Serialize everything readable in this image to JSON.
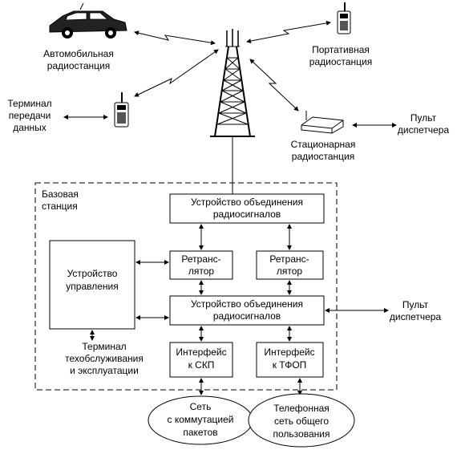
{
  "labels": {
    "car_station_1": "Автомобильная",
    "car_station_2": "радиостанция",
    "portable_1": "Портативная",
    "portable_2": "радиостанция",
    "terminal_1": "Терминал",
    "terminal_2": "передачи",
    "terminal_3": "данных",
    "stationary_1": "Стационарная",
    "stationary_2": "радиостанция",
    "console_top_1": "Пульт",
    "console_top_2": "диспетчера",
    "base_station_1": "Базовая",
    "base_station_2": "станция",
    "combiner_top_1": "Устройство объединения",
    "combiner_top_2": "радиосигналов",
    "repeater_left_1": "Ретранс-",
    "repeater_left_2": "лятор",
    "repeater_right_1": "Ретранс-",
    "repeater_right_2": "лятор",
    "control_unit_1": "Устройство",
    "control_unit_2": "управления",
    "combiner_bottom_1": "Устройство объединения",
    "combiner_bottom_2": "радиосигналов",
    "console_right_1": "Пульт",
    "console_right_2": "диспетчера",
    "maint_terminal_1": "Терминал",
    "maint_terminal_2": "техобслуживания",
    "maint_terminal_3": "и эксплуатации",
    "iface_packet_1": "Интерфейс",
    "iface_packet_2": "к СКП",
    "iface_pstn_1": "Интерфейс",
    "iface_pstn_2": "к ТФОП",
    "packet_net_1": "Сеть",
    "packet_net_2": "с коммутацией",
    "packet_net_3": "пакетов",
    "pstn_net_1": "Телефонная",
    "pstn_net_2": "сеть общего",
    "pstn_net_3": "пользования"
  }
}
